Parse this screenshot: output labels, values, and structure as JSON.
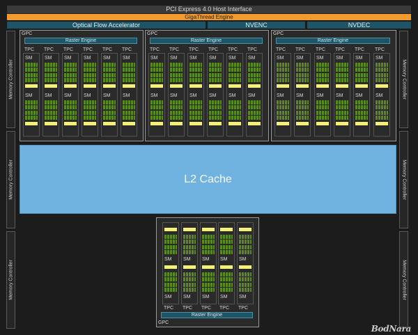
{
  "header": {
    "pcie": "PCI Express 4.0 Host Interface",
    "gigathread": "GigaThread Engine",
    "optical_flow": "Optical Flow Accelerator",
    "nvenc": "NVENC",
    "nvdec": "NVDEC"
  },
  "memory_controller_label": "Memory Controller",
  "l2_cache": "L2 Cache",
  "gpc_label": "GPC",
  "raster_engine_label": "Raster Engine",
  "tpc_label": "TPC",
  "sm_label": "SM",
  "watermark": "BodNara",
  "colors": {
    "background": "#1c1c1c",
    "gigathread": "#f29a2c",
    "engine_blue": "#1e5566",
    "l2_cache": "#71b3e0",
    "cuda_cores": "#5a8a1c",
    "rt_unit": "#f5f078"
  }
}
